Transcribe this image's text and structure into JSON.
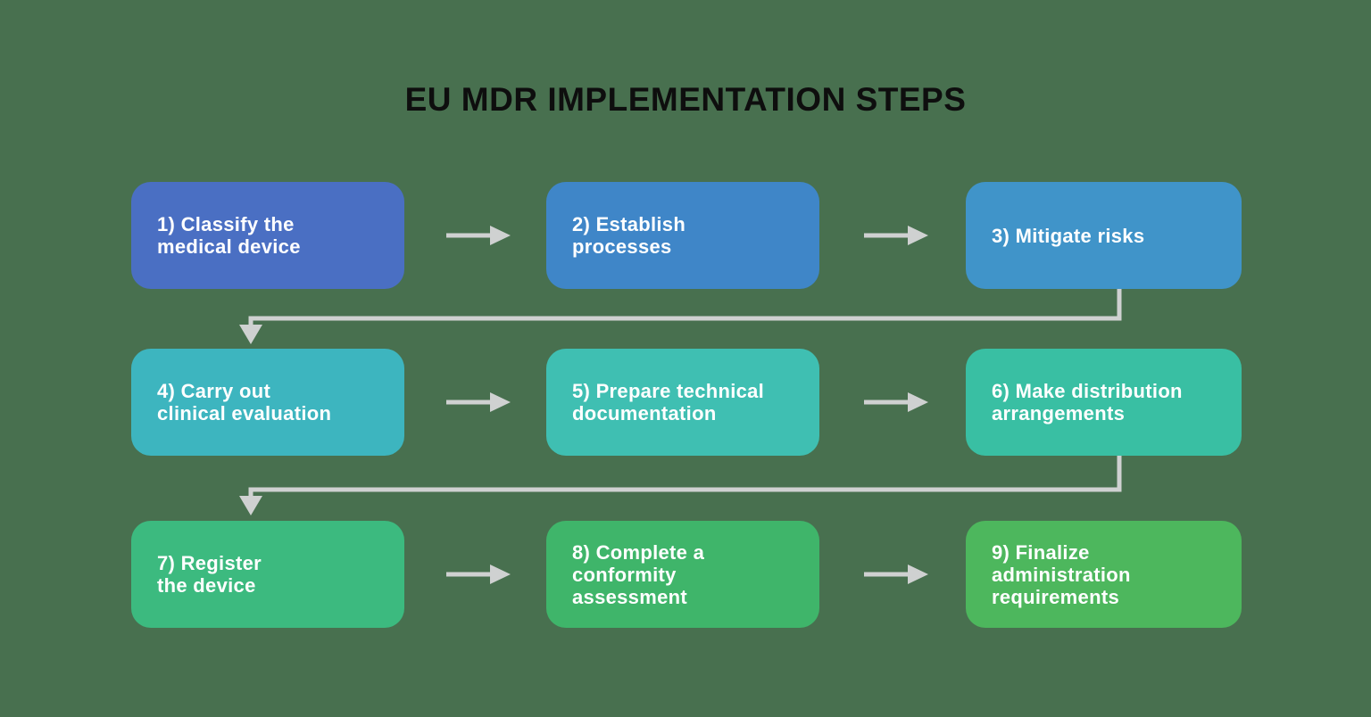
{
  "title": "EU MDR IMPLEMENTATION STEPS",
  "colors": {
    "background": "#48704F",
    "title": "#0E0E0E",
    "arrow": "#CFD1D1",
    "step_text": "#FFFFFF"
  },
  "steps": [
    {
      "label": "1) Classify the\nmedical device",
      "color": "#4A6FC3"
    },
    {
      "label": "2) Establish\nprocesses",
      "color": "#3F86C8"
    },
    {
      "label": "3) Mitigate risks",
      "color": "#4094C9"
    },
    {
      "label": "4) Carry out\nclinical evaluation",
      "color": "#3DB5BF"
    },
    {
      "label": "5) Prepare technical\ndocumentation",
      "color": "#3FBFB2"
    },
    {
      "label": "6) Make distribution\narrangements",
      "color": "#39BFA3"
    },
    {
      "label": "7) Register\nthe device",
      "color": "#3CBA7F"
    },
    {
      "label": "8) Complete a\nconformity\nassessment",
      "color": "#3FB56A"
    },
    {
      "label": "9) Finalize\nadministration\nrequirements",
      "color": "#4DB75D"
    }
  ]
}
